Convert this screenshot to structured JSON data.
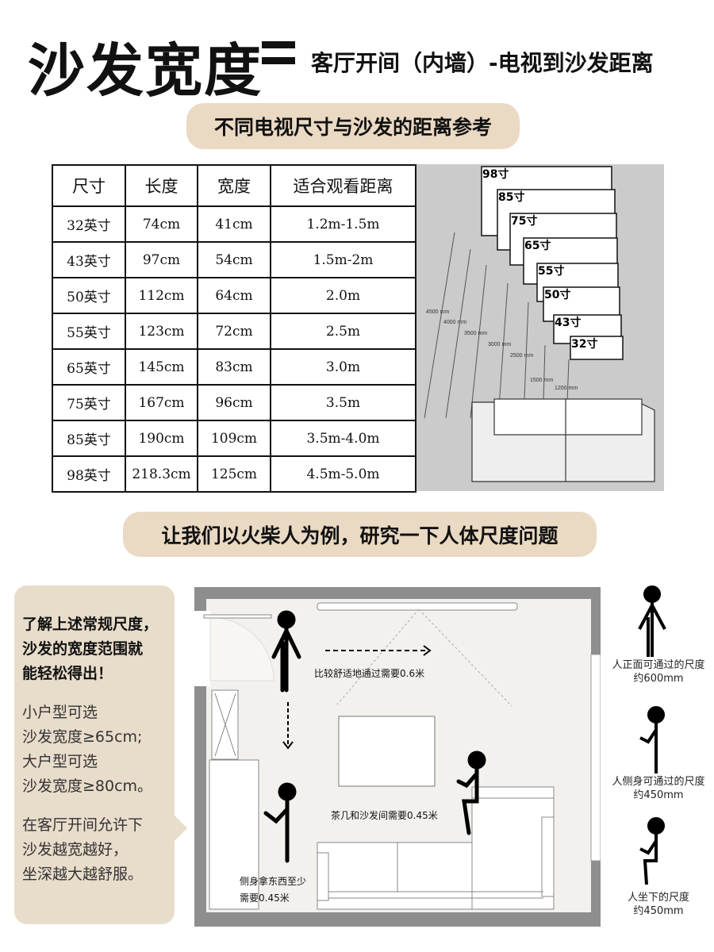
{
  "title": {
    "main": "沙发宽度",
    "sub": "客厅开间（内墙）-电视到沙发距离"
  },
  "section1": {
    "heading": "不同电视尺寸与沙发的距离参考"
  },
  "table": {
    "headers": [
      "尺寸",
      "长度",
      "宽度",
      "适合观看距离"
    ],
    "rows": [
      [
        "32英寸",
        "74cm",
        "41cm",
        "1.2m-1.5m"
      ],
      [
        "43英寸",
        "97cm",
        "54cm",
        "1.5m-2m"
      ],
      [
        "50英寸",
        "112cm",
        "64cm",
        "2.0m"
      ],
      [
        "55英寸",
        "123cm",
        "72cm",
        "2.5m"
      ],
      [
        "65英寸",
        "145cm",
        "83cm",
        "3.0m"
      ],
      [
        "75英寸",
        "167cm",
        "96cm",
        "3.5m"
      ],
      [
        "85英寸",
        "190cm",
        "109cm",
        "3.5m-4.0m"
      ],
      [
        "98英寸",
        "218.3cm",
        "125cm",
        "4.5m-5.0m"
      ]
    ]
  },
  "tv_diagram": {
    "sizes": [
      "98寸",
      "85寸",
      "75寸",
      "65寸",
      "55寸",
      "50寸",
      "43寸",
      "32寸"
    ],
    "distances": [
      "4500 mm",
      "4000 mm",
      "3500 mm",
      "3000 mm",
      "2500 mm",
      "1500 mm",
      "1200 mm"
    ]
  },
  "section2": {
    "heading": "让我们以火柴人为例，研究一下人体尺度问题"
  },
  "left_panel": {
    "bold": [
      "了解上述常规尺度，",
      "沙发的宽度范围就",
      "能轻松得出！"
    ],
    "p1": [
      "小户型可选",
      "沙发宽度≥65cm;",
      "大户型可选",
      "沙发宽度≥80cm。"
    ],
    "p2": [
      "在客厅开间允许下",
      "沙发越宽越好，",
      "坐深越大越舒服。"
    ]
  },
  "floor_plan": {
    "pass": "比较舒适地通过需要0.6米",
    "table_gap": "茶几和沙发间需要0.45米",
    "side_line1": "侧身拿东西至少",
    "side_line2": "需要0.45米"
  },
  "figures": [
    {
      "line1": "人正面可通过的尺度",
      "line2": "约600mm"
    },
    {
      "line1": "人侧身可通过的尺度",
      "line2": "约450mm"
    },
    {
      "line1": "人坐下的尺度",
      "line2": "约450mm"
    }
  ]
}
